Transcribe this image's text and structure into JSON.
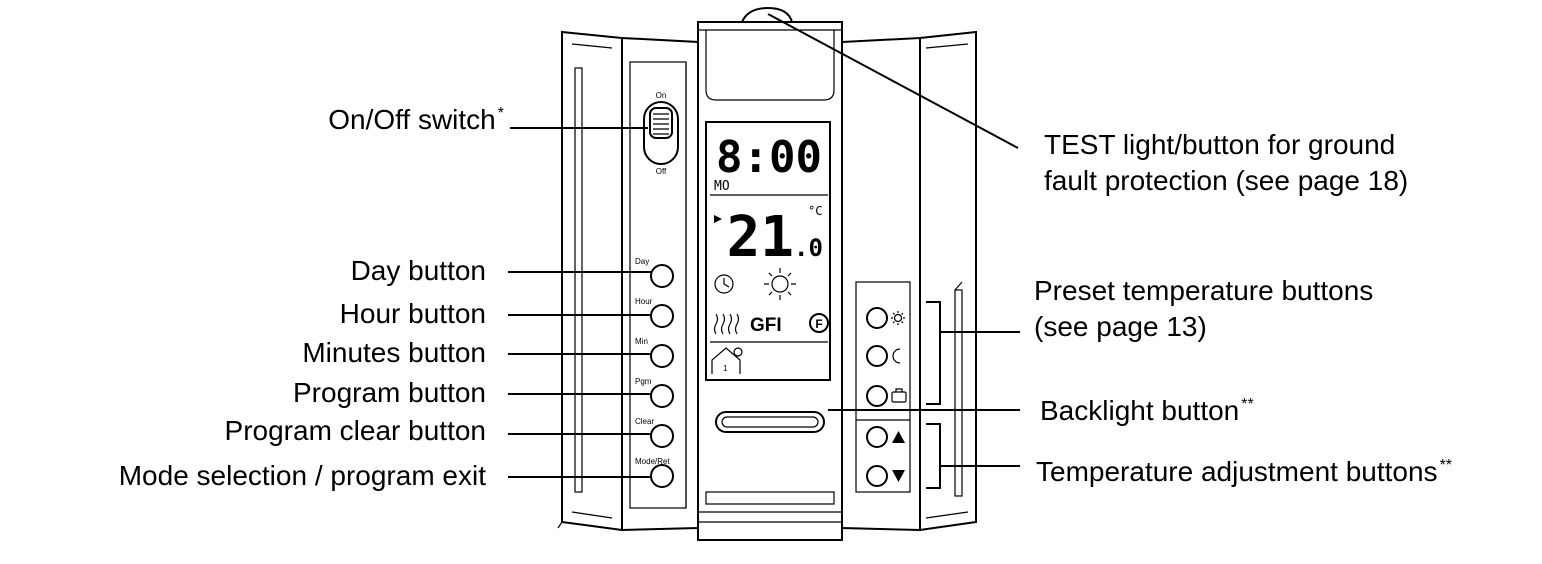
{
  "device": {
    "switch": {
      "on_label": "On",
      "off_label": "Off"
    },
    "lcd": {
      "time": "8:00",
      "day": "MO",
      "temperature_main": "21",
      "temperature_decimal": ".0",
      "unit": "°C",
      "gfi_label": "GFI",
      "floor_symbol": "F",
      "zone_number": "1"
    },
    "left_buttons": [
      "Day",
      "Hour",
      "Min",
      "Pgm",
      "Clear",
      "Mode/Ret"
    ]
  },
  "callouts": {
    "on_off": {
      "text": "On/Off switch",
      "mark": "*"
    },
    "day": "Day button",
    "hour": "Hour button",
    "minutes": "Minutes button",
    "program": "Program button",
    "program_clear": "Program clear button",
    "mode": "Mode selection / program exit",
    "test": {
      "line1": "TEST light/button for ground",
      "line2": "fault protection (see page 18)"
    },
    "preset": {
      "line1": "Preset temperature buttons",
      "line2": "(see page 13)"
    },
    "backlight": {
      "text": "Backlight button",
      "mark": "**"
    },
    "temp_adjust": {
      "text": "Temperature adjustment buttons",
      "mark": "**"
    }
  }
}
